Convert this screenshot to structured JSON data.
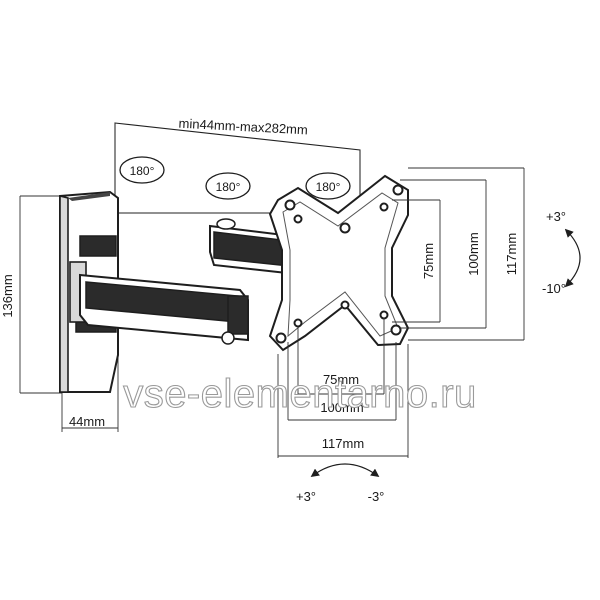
{
  "dimensions": {
    "arm_extension": "min44mm-max282mm",
    "plate_height": "136mm",
    "plate_depth": "44mm",
    "vesa_h_75": "75mm",
    "vesa_h_100": "100mm",
    "vesa_h_117": "117mm",
    "vesa_w_75": "75mm",
    "vesa_w_100": "100mm",
    "vesa_w_117": "117mm"
  },
  "rotation": {
    "swivel_1": "180°",
    "swivel_2": "180°",
    "swivel_3": "180°",
    "tilt_up": "+3°",
    "tilt_down": "-10°",
    "level_plus": "+3°",
    "level_minus": "-3°"
  },
  "watermark": "vse-elementarno.ru",
  "colors": {
    "line": "#1e1e1e",
    "arm_fill": "#2b2b2b",
    "watermark_outline": "#9a9a9a"
  }
}
